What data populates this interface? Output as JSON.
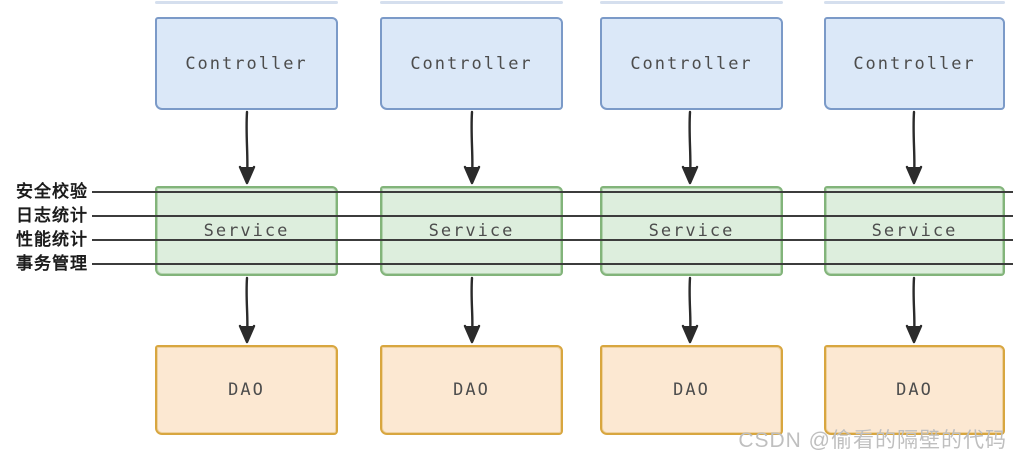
{
  "diagram": {
    "title_semantic": "layered-architecture-aop-diagram",
    "columns": [
      {
        "controller": "Controller",
        "service": "Service",
        "dao": "DAO"
      },
      {
        "controller": "Controller",
        "service": "Service",
        "dao": "DAO"
      },
      {
        "controller": "Controller",
        "service": "Service",
        "dao": "DAO"
      },
      {
        "controller": "Controller",
        "service": "Service",
        "dao": "DAO"
      }
    ],
    "aspects": [
      {
        "label": "安全校验"
      },
      {
        "label": "日志统计"
      },
      {
        "label": "性能统计"
      },
      {
        "label": "事务管理"
      }
    ],
    "colors": {
      "controller_fill": "#dbe8f8",
      "controller_border": "#7b9ac8",
      "service_fill": "#ddeedd",
      "service_border": "#82b47a",
      "dao_fill": "#fce8d2",
      "dao_border": "#d8a63f",
      "aspect_line": "#3c3c3c",
      "arrow": "#2b2b2b",
      "box_text": "#4d4d4d",
      "label_text": "#1c1c1c",
      "watermark_text": "#bfbfbf"
    },
    "watermark": "CSDN @偷看的隔壁的代码"
  }
}
